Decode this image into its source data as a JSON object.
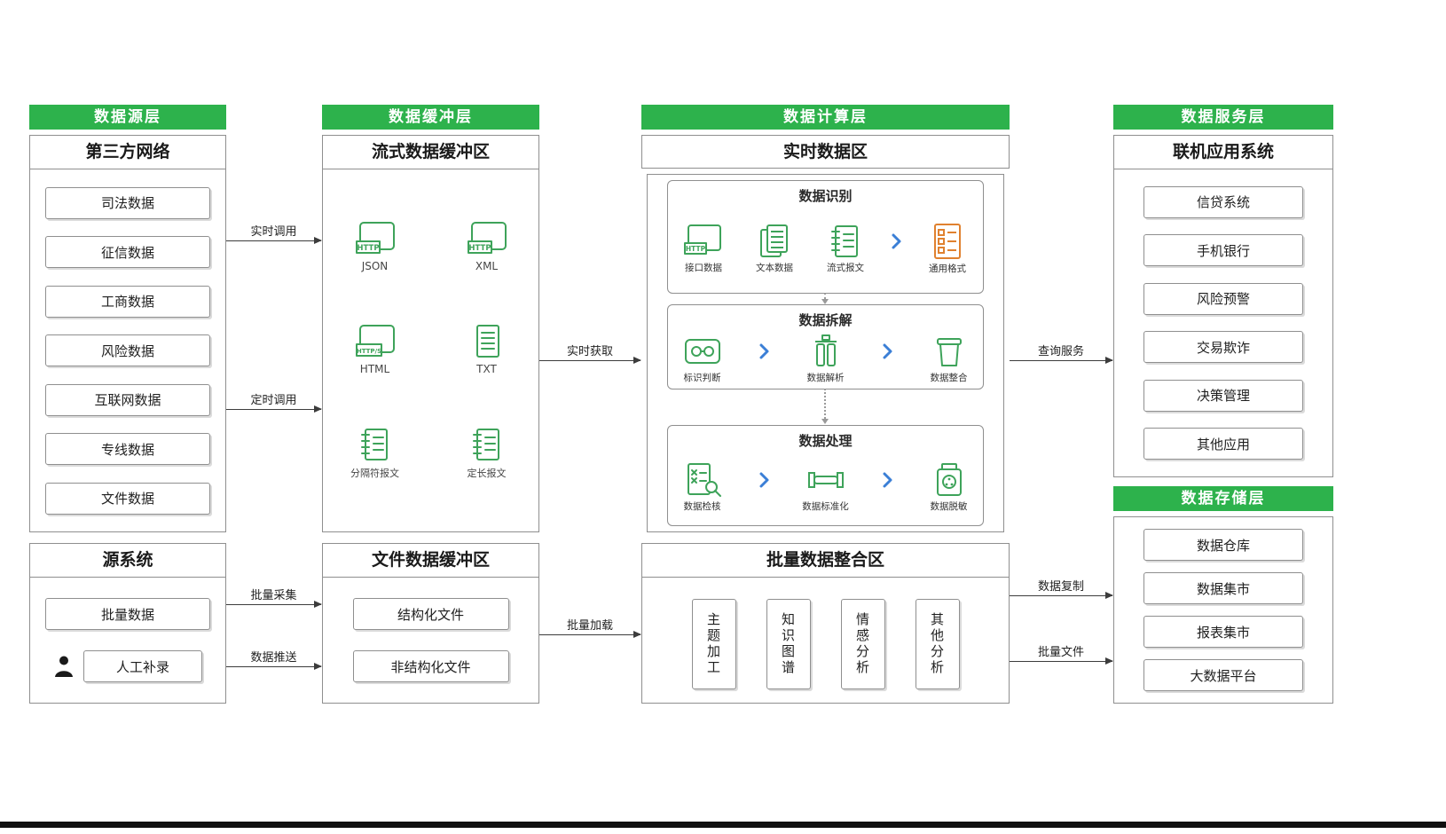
{
  "source_layer": {
    "title": "数据源层",
    "third_party": {
      "title": "第三方网络",
      "items": [
        "司法数据",
        "征信数据",
        "工商数据",
        "风险数据",
        "互联网数据",
        "专线数据",
        "文件数据"
      ]
    },
    "source_system": {
      "title": "源系统",
      "items": [
        "批量数据",
        "人工补录"
      ]
    }
  },
  "buffer_layer": {
    "title": "数据缓冲层",
    "stream": {
      "title": "流式数据缓冲区",
      "formats": [
        {
          "label": "JSON",
          "tag": "HTTP"
        },
        {
          "label": "XML",
          "tag": "HTTP"
        },
        {
          "label": "HTML",
          "tag": "HTTP/S"
        },
        {
          "label": "TXT"
        },
        {
          "label": "分隔符报文"
        },
        {
          "label": "定长报文"
        }
      ]
    },
    "file": {
      "title": "文件数据缓冲区",
      "items": [
        "结构化文件",
        "非结构化文件"
      ]
    }
  },
  "compute_layer": {
    "title": "数据计算层",
    "realtime_title": "实时数据区",
    "recognition": {
      "title": "数据识别",
      "inputs": [
        "接口数据",
        "文本数据",
        "流式报文"
      ],
      "input_tag": "HTTP",
      "output": "通用格式"
    },
    "decompose": {
      "title": "数据拆解",
      "steps": [
        "标识判断",
        "数据解析",
        "数据整合"
      ]
    },
    "process": {
      "title": "数据处理",
      "steps": [
        "数据检核",
        "数据标准化",
        "数据脱敏"
      ]
    },
    "batch": {
      "title": "批量数据整合区",
      "items": [
        "主题加工",
        "知识图谱",
        "情感分析",
        "其他分析"
      ]
    }
  },
  "service_layer": {
    "title": "数据服务层",
    "subtitle": "联机应用系统",
    "items": [
      "信贷系统",
      "手机银行",
      "风险预警",
      "交易欺诈",
      "决策管理",
      "其他应用"
    ]
  },
  "storage_layer": {
    "title": "数据存储层",
    "items": [
      "数据仓库",
      "数据集市",
      "报表集市",
      "大数据平台"
    ]
  },
  "arrows": {
    "realtime_call": "实时调用",
    "scheduled_call": "定时调用",
    "batch_collect": "批量采集",
    "data_push": "数据推送",
    "realtime_fetch": "实时获取",
    "batch_load": "批量加载",
    "query_service": "查询服务",
    "data_copy": "数据复制",
    "batch_file": "批量文件"
  },
  "colors": {
    "header_green": "#2db24c",
    "icon_green": "#3ea35a",
    "accent_orange": "#e0812f",
    "chevron_blue": "#3b7fd6"
  }
}
